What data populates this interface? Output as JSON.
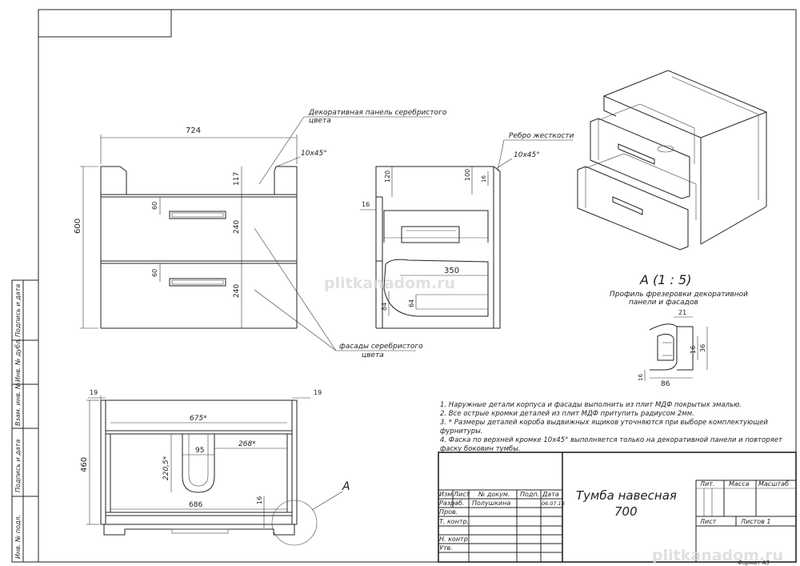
{
  "front_view": {
    "width": "724",
    "height": "600",
    "top_rail": "117",
    "drawer_1": "240",
    "drawer_2": "240",
    "handle_offset_1": "60",
    "handle_offset_2": "60",
    "chamfer": "10x45°"
  },
  "side_view": {
    "chamfer": "10x45°",
    "dim_120": "120",
    "dim_100": "100",
    "dim_16_top": "16",
    "dim_16_left": "16",
    "depth": "350",
    "dim_84": "84",
    "dim_64": "64"
  },
  "plan_view": {
    "side_left": "19",
    "side_right": "19",
    "inner_width": "675*",
    "depth": "460",
    "cutout_width": "95",
    "cutout_offset": "268*",
    "cutout_depth": "220,5*",
    "bottom_width": "686",
    "bottom_thickness": "16"
  },
  "detail_a": {
    "title": "А (1 : 5)",
    "caption_line1": "Профиль фрезеровки декоративной",
    "caption_line2": "панели и фасадов",
    "dim_21": "21",
    "dim_16a": "16",
    "dim_36": "36",
    "dim_16b": "16",
    "dim_86": "86"
  },
  "callouts": {
    "deco_panel_line1": "Декоративная панель серебристого",
    "deco_panel_line2": "цвета",
    "rib": "Ребро жесткости",
    "facades_line1": "фасады серебристого",
    "facades_line2": "цвета",
    "section_a": "А"
  },
  "notes": [
    "1. Наружные детали корпуса и фасады выполнить из плит МДФ покрытых эмалью.",
    "2. Все острые кромки деталей из плит МДФ притупить радиусом 2мм.",
    "3. * Размеры деталей короба выдвижных ящиков уточняются при выборе комплектующей",
    "фурнитуры.",
    "4. Фаска по верхней кромке 10x45° выполняется только на декоративной панели и повторяет",
    "фаску боковин тумбы."
  ],
  "title_block": {
    "product_name": "Тумба навесная",
    "product_model": "700",
    "col_izm": "Изм.",
    "col_list": "Лист",
    "col_doc": "№ докум.",
    "col_sign": "Подп.",
    "col_date": "Дата",
    "row_razrab": "Разраб.",
    "razrab_name": "Полушкина",
    "razrab_date": "06.07.18",
    "row_prov": "Пров.",
    "row_tkontr": "Т. контр.",
    "row_nkontr": "Н. контр.",
    "row_utv": "Утв.",
    "lit": "Лит.",
    "massa": "Масса",
    "masshtab": "Масштаб",
    "list": "Лист",
    "listov": "Листов 1",
    "format": "Формат А3"
  },
  "side_stamp": [
    "Инв. № подл.",
    "Подпись и дата",
    "Взам. инв. №",
    "Инв. № дубл.",
    "Подпись и дата"
  ],
  "watermarks": [
    "plitkanadom.ru",
    "plitkanadom.ru"
  ]
}
